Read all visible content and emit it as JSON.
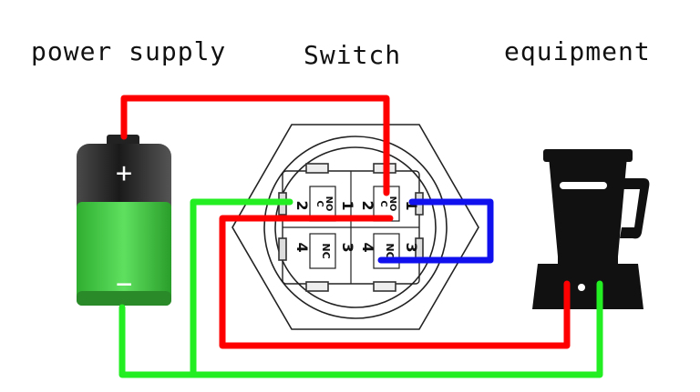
{
  "labels": {
    "power_supply": "power supply",
    "switch": "Switch",
    "equipment": "equipment"
  },
  "battery": {
    "positive_symbol": "+",
    "negative_symbol": "−"
  },
  "switch_terminals": [
    {
      "id": "left-2",
      "text": "2"
    },
    {
      "id": "left-nc-top",
      "text": "C\nNO"
    },
    {
      "id": "left-1",
      "text": "1"
    },
    {
      "id": "left-4",
      "text": "4"
    },
    {
      "id": "left-nc-bottom",
      "text": "NC"
    },
    {
      "id": "left-3",
      "text": "3"
    },
    {
      "id": "right-2",
      "text": "2"
    },
    {
      "id": "right-nc-top",
      "text": "C\nNO"
    },
    {
      "id": "right-1",
      "text": "1"
    },
    {
      "id": "right-4",
      "text": "4"
    },
    {
      "id": "right-nc-bottom",
      "text": "NC"
    },
    {
      "id": "right-3",
      "text": "3"
    }
  ],
  "colors": {
    "positive_wire": "#ff0000",
    "ground_wire": "#22ee22",
    "led_wire": "#1010ee",
    "battery_green": "#3cc63c",
    "switch_outline": "#222222",
    "blender_body": "#111111"
  },
  "icons": [
    "battery-icon",
    "switch-icon",
    "blender-icon"
  ]
}
